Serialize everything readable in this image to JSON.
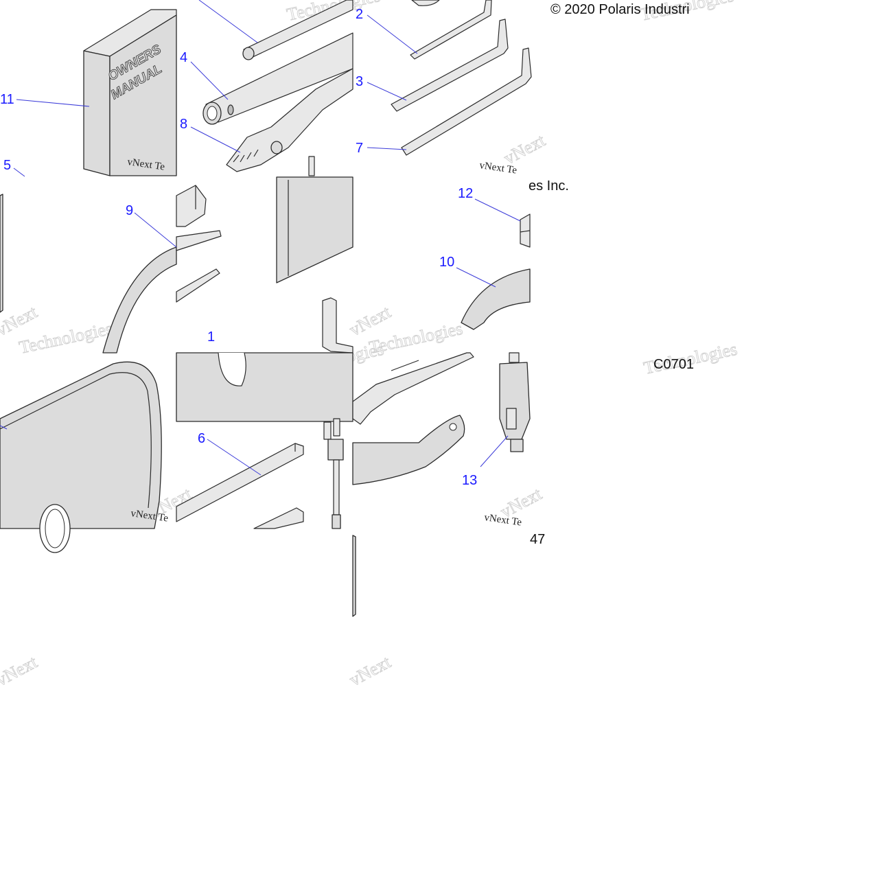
{
  "copyright": "© 2020 Polaris Industri",
  "copyright_tail": "es Inc.",
  "drawing_code": "C0701",
  "page_number": "47",
  "manual_cover": {
    "line1": "OWNERS",
    "line2": "MANUAL"
  },
  "watermark": {
    "brand": "vNext",
    "sub": "Technologies",
    "small": "vNext Te"
  },
  "callouts": [
    {
      "id": "c1",
      "label": "1"
    },
    {
      "id": "c2",
      "label": "2"
    },
    {
      "id": "c3",
      "label": "3"
    },
    {
      "id": "c4",
      "label": "4"
    },
    {
      "id": "c5",
      "label": "5"
    },
    {
      "id": "c6",
      "label": "6"
    },
    {
      "id": "c7",
      "label": "7"
    },
    {
      "id": "c8",
      "label": "8"
    },
    {
      "id": "c9",
      "label": "9"
    },
    {
      "id": "c10",
      "label": "10"
    },
    {
      "id": "c11",
      "label": "11"
    },
    {
      "id": "c12",
      "label": "12"
    },
    {
      "id": "c13",
      "label": "13"
    }
  ]
}
